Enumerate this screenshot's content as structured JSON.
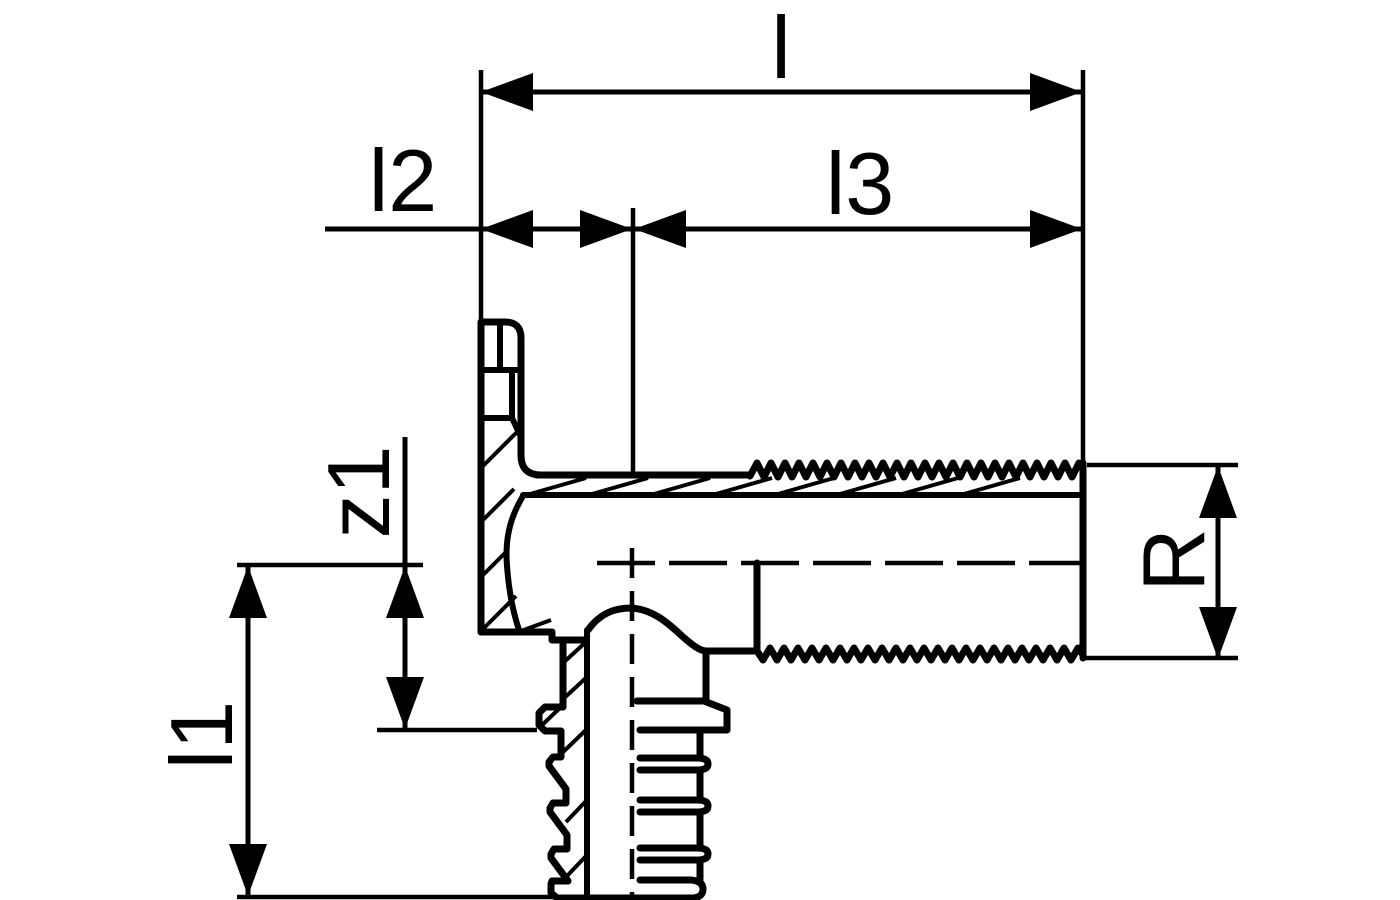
{
  "drawing": {
    "type": "technical-drawing",
    "subject": "pipe-fitting-elbow-section",
    "colors": {
      "line": "#000000",
      "background": "#ffffff"
    }
  },
  "dimensions": {
    "l": "l",
    "l2": "l2",
    "l3": "l3",
    "z1": "z1",
    "l1": "l1",
    "R": "R"
  }
}
